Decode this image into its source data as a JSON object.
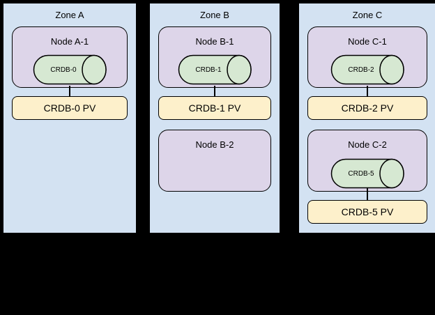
{
  "diagram": {
    "zones": [
      {
        "label": "Zone A",
        "nodes": [
          {
            "label": "Node A-1",
            "db_label": "CRDB-0",
            "pv_label": "CRDB-0 PV"
          }
        ]
      },
      {
        "label": "Zone B",
        "nodes": [
          {
            "label": "Node B-1",
            "db_label": "CRDB-1",
            "pv_label": "CRDB-1 PV"
          },
          {
            "label": "Node B-2"
          }
        ]
      },
      {
        "label": "Zone C",
        "nodes": [
          {
            "label": "Node C-1",
            "db_label": "CRDB-2",
            "pv_label": "CRDB-2 PV"
          },
          {
            "label": "Node C-2",
            "db_label": "CRDB-5",
            "pv_label": "CRDB-5 PV"
          }
        ]
      }
    ],
    "colors": {
      "background": "#000000",
      "zone_fill": "#d3e2f2",
      "node_fill": "#ddd5e9",
      "database_fill": "#d6e8d2",
      "pv_fill": "#fdf0cb",
      "outline": "#000000"
    }
  }
}
